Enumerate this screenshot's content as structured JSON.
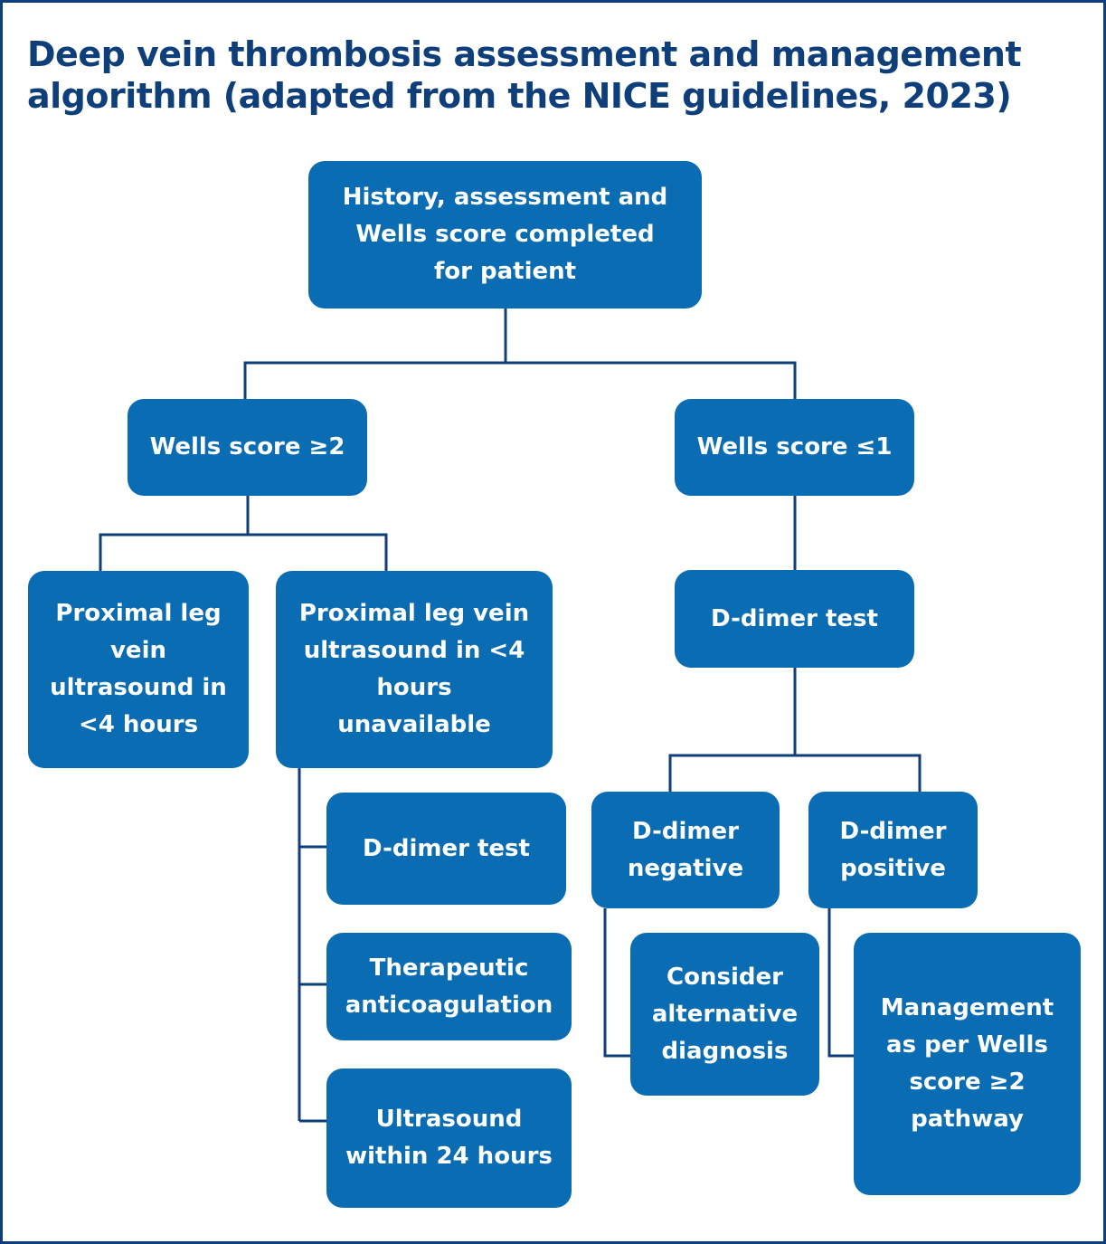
{
  "title": "Deep vein thrombosis assessment and management algorithm (adapted from the NICE guidelines, 2023)",
  "colors": {
    "box": "#0a6cb3",
    "connector": "#0f3f7a",
    "title": "#0f3f7a",
    "box_text": "#ffffff"
  },
  "nodes": {
    "start": "History, assessment and Wells score completed for patient",
    "wells_high": "Wells score ≥2",
    "wells_low": "Wells score ≤1",
    "us_available": "Proximal leg vein ultrasound in <4 hours",
    "us_unavailable": "Proximal leg vein ultrasound in <4 hours unavailable",
    "ddimer_high": "D-dimer test",
    "anticoagulation": "Therapeutic anticoagulation",
    "us_24h": "Ultrasound within 24 hours",
    "ddimer_low": "D-dimer test",
    "ddimer_negative": "D-dimer negative",
    "ddimer_positive": "D-dimer positive",
    "alt_diagnosis": "Consider alternative diagnosis",
    "management": "Management as per Wells score ≥2 pathway"
  }
}
